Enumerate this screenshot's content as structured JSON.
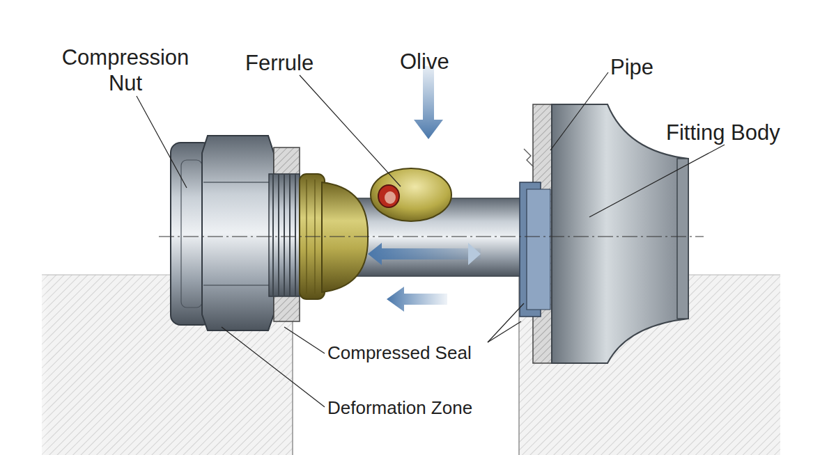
{
  "diagram": {
    "labels": [
      "Compression Nut",
      "Ferrule",
      "Olive",
      "Pipe",
      "Fitting Body",
      "Compressed Seal",
      "Deformation Zone"
    ]
  }
}
